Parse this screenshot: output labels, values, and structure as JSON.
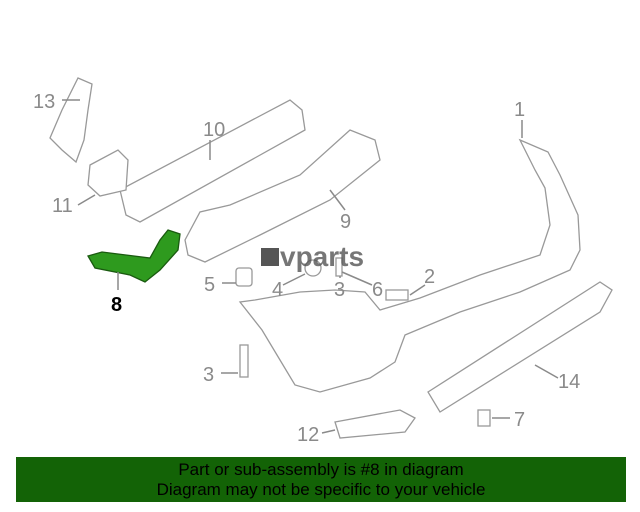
{
  "diagram": {
    "watermark": "vparts",
    "selected_part": "8",
    "highlight_color": "#2e9a1e",
    "callouts": [
      {
        "id": "13",
        "label": "13"
      },
      {
        "id": "10",
        "label": "10"
      },
      {
        "id": "1",
        "label": "1"
      },
      {
        "id": "11",
        "label": "11"
      },
      {
        "id": "9",
        "label": "9"
      },
      {
        "id": "8",
        "label": "8"
      },
      {
        "id": "5",
        "label": "5"
      },
      {
        "id": "4",
        "label": "4"
      },
      {
        "id": "3a",
        "label": "3"
      },
      {
        "id": "6",
        "label": "6"
      },
      {
        "id": "2",
        "label": "2"
      },
      {
        "id": "3b",
        "label": "3"
      },
      {
        "id": "14",
        "label": "14"
      },
      {
        "id": "7",
        "label": "7"
      },
      {
        "id": "12",
        "label": "12"
      }
    ]
  },
  "banner": {
    "line1": "Part or sub-assembly is #8 in diagram",
    "line2": "Diagram may not be specific to your vehicle",
    "color": "#136306"
  }
}
